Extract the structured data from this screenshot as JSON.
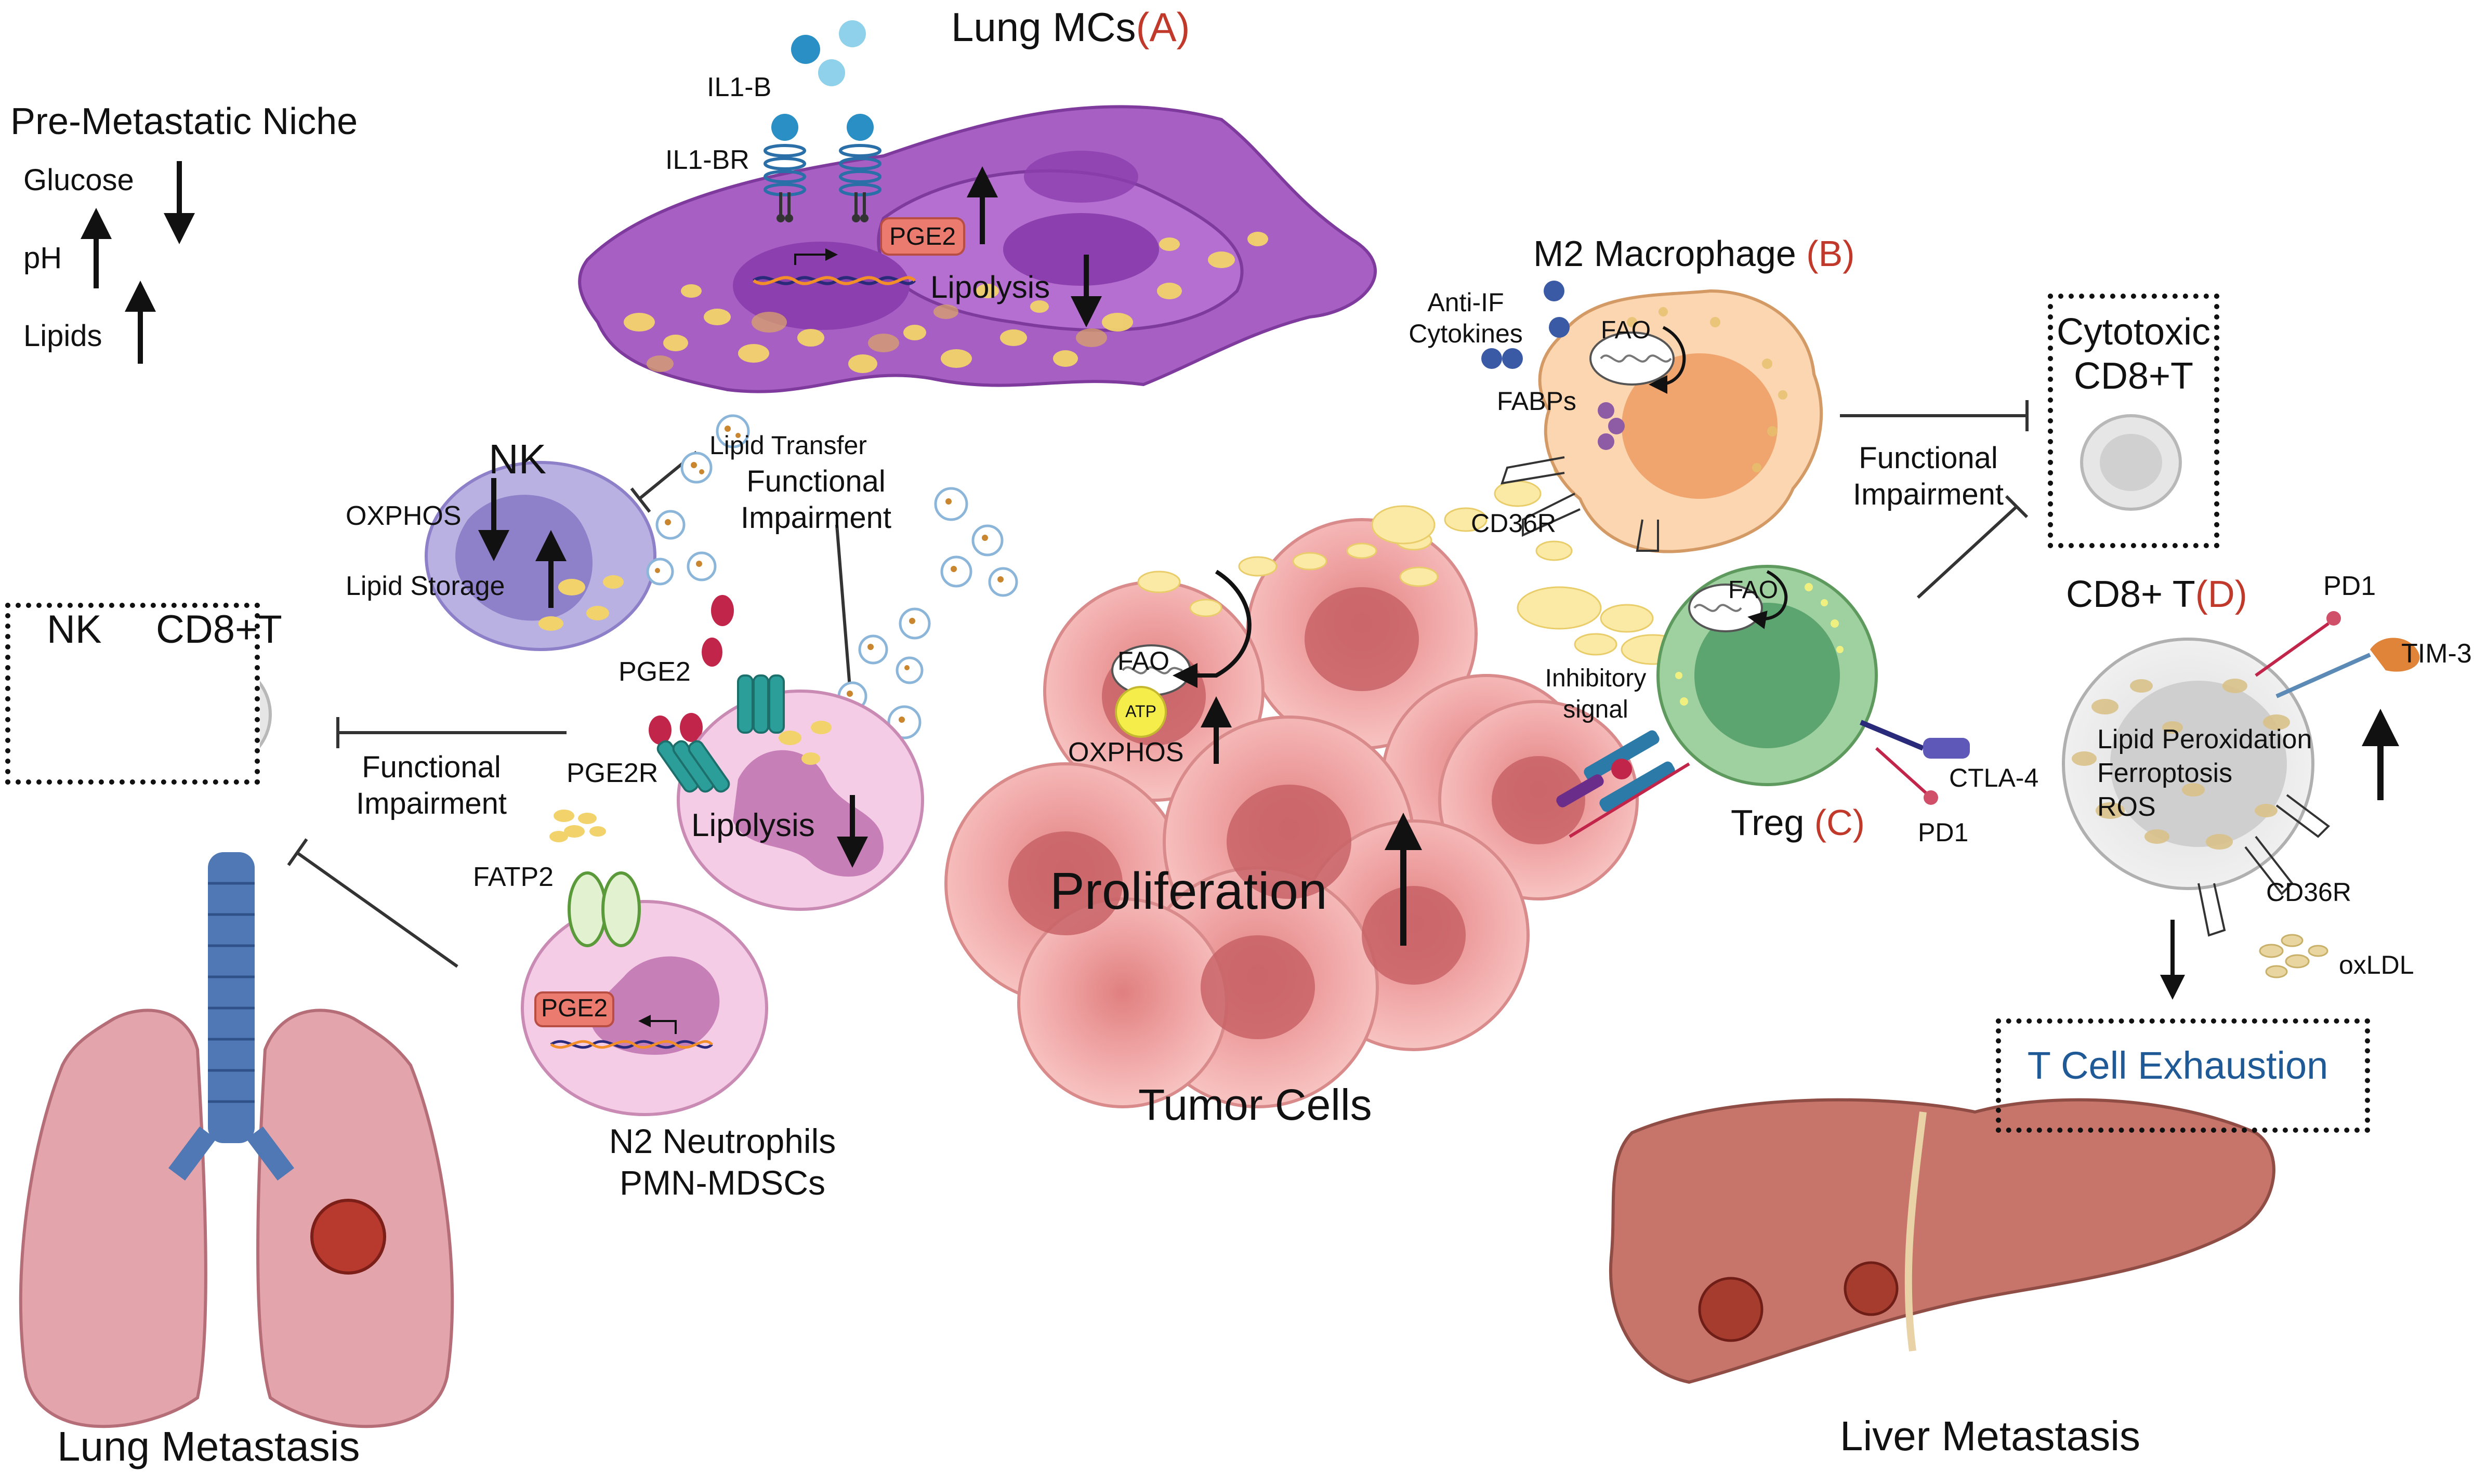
{
  "labels": {
    "lung_mcs": "Lung MCs",
    "lung_mcs_tag": "(A)",
    "il1b": "IL1-B",
    "il1br": "IL1-BR",
    "pge2_mc": "PGE2",
    "lipolysis_mc": "Lipolysis",
    "premet_title": "Pre-Metastatic Niche",
    "glucose": "Glucose",
    "ph": "pH",
    "lipids": "Lipids",
    "nk": "NK",
    "oxphos_nk": "OXPHOS",
    "lipid_storage": "Lipid Storage",
    "lipid_transfer": "Lipid Transfer",
    "functional_impairment_1": "Functional",
    "functional_impairment_2": "Impairment",
    "box_nk": "NK",
    "box_cd8": "CD8+T",
    "pge2_free": "PGE2",
    "pge2r": "PGE2R",
    "lipolysis_neut": "Lipolysis",
    "fatp2": "FATP2",
    "pge2_neut": "PGE2",
    "n2_neutrophils": "N2 Neutrophils",
    "pmn_mdscs": "PMN-MDSCs",
    "lung_metastasis": "Lung Metastasis",
    "fao_tumor": "FAO",
    "atp": "ATP",
    "oxphos_tumor": "OXPHOS",
    "proliferation": "Proliferation",
    "tumor_cells": "Tumor Cells",
    "m2_macrophage": "M2 Macrophage",
    "m2_tag": "(B)",
    "anti_if_1": "Anti-IF",
    "anti_if_2": "Cytokines",
    "fao_mac": "FAO",
    "fabps": "FABPs",
    "cd36r_mac": "CD36R",
    "cytotoxic_1": "Cytotoxic",
    "cytotoxic_2": "CD8+T",
    "fi_right_1": "Functional",
    "fi_right_2": "Impairment",
    "fao_treg": "FAO",
    "inhibitory_1": "Inhibitory",
    "inhibitory_2": "signal",
    "treg": "Treg",
    "treg_tag": "(C)",
    "ctla4": "CTLA-4",
    "pd1_treg": "PD1",
    "cd8t": "CD8+ T",
    "cd8t_tag": "(D)",
    "pd1": "PD1",
    "tim3": "TIM-3",
    "lipid_perox": "Lipid Peroxidation",
    "ferroptosis": "Ferroptosis",
    "ros": "ROS",
    "cd36r_cd8": "CD36R",
    "oxldl": "oxLDL",
    "t_exhaustion": "T Cell Exhaustion",
    "liver_metastasis": "Liver Metastasis"
  },
  "colors": {
    "accent_red": "#c0392b",
    "exhaustion_blue": "#1f5a96",
    "mc_purple": "#a25cc0",
    "nk_purple": "#b6aee0",
    "neutrophil_pink": "#f3c9e4",
    "tumor_pink": "#f0a8a8",
    "macrophage_peach": "#f8c9a0",
    "treg_green": "#9bcf9b",
    "liver_brown": "#c7746a",
    "lung_pink": "#e3a4ac",
    "trachea_blue": "#4f78b5"
  },
  "icons": [
    "receptor-icon",
    "mitochondrion-icon",
    "dna-icon",
    "lipid-droplet-icon",
    "vesicle-icon",
    "lung-icon",
    "liver-icon",
    "inhibition-arrow-icon"
  ]
}
